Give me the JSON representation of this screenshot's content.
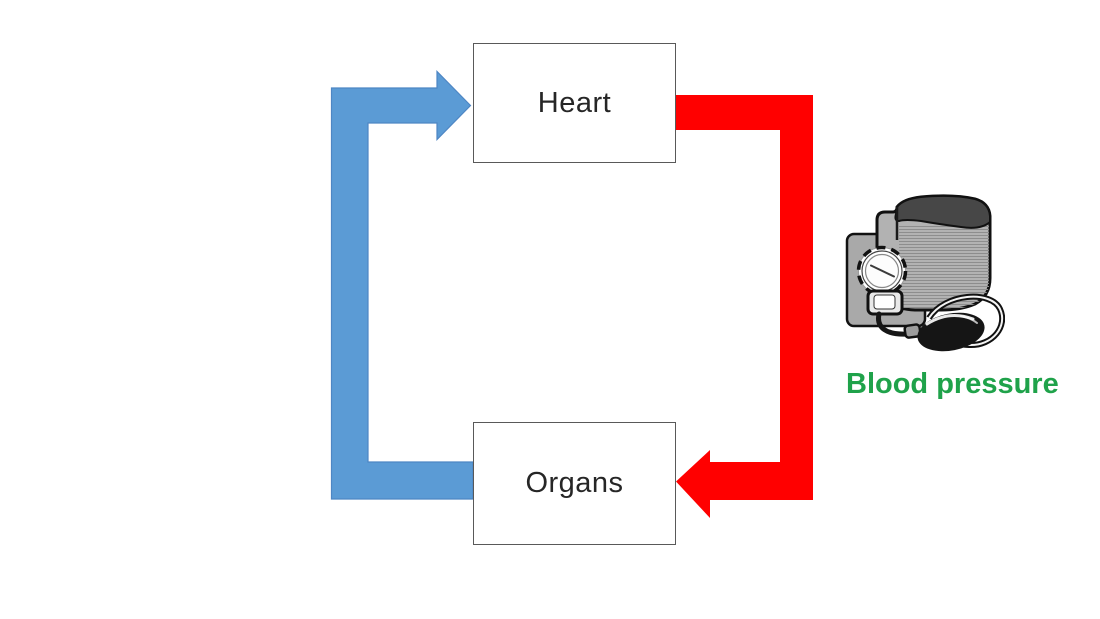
{
  "diagram": {
    "type": "flow-loop",
    "nodes": [
      {
        "id": "heart",
        "label": "Heart"
      },
      {
        "id": "organs",
        "label": "Organs"
      }
    ],
    "arrows": [
      {
        "id": "heart-to-organs",
        "from": "Heart",
        "to": "Organs",
        "side": "right",
        "color": "#FF0000"
      },
      {
        "id": "organs-to-heart",
        "from": "Organs",
        "to": "Heart",
        "side": "left",
        "color": "#5B9BD5",
        "outline": "#4E86C4"
      }
    ],
    "caption": {
      "label": "Blood pressure",
      "color": "#1FA24A"
    },
    "icons": [
      {
        "name": "blood-pressure-monitor-icon",
        "description": "grayscale sphygmomanometer clipart: rolled cuff, gauge, pump bulb, tubing"
      }
    ]
  }
}
